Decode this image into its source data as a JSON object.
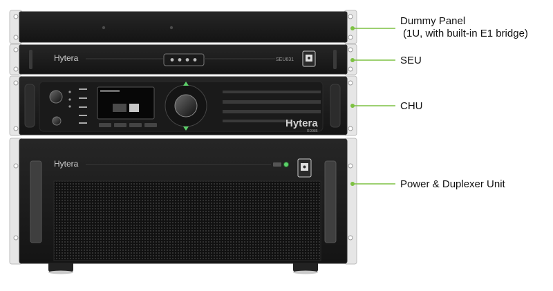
{
  "brand": "Hytera",
  "colors": {
    "callout_line": "#7dc142",
    "panel_body": "#1c1c1c",
    "panel_edge": "#2e2e2e",
    "rack_ear": "#eaeaea",
    "led_green": "#5cd16a",
    "brand_text": "#cfcfcf"
  },
  "units": [
    {
      "id": "dummy-panel",
      "label": "Dummy Panel",
      "sublabel": "(1U, with built-in E1 bridge)"
    },
    {
      "id": "seu",
      "label": "SEU",
      "front_text": "SEU631"
    },
    {
      "id": "chu",
      "label": "CHU",
      "front_text": "RD985"
    },
    {
      "id": "power-duplexer",
      "label": "Power & Duplexer  Unit"
    }
  ]
}
